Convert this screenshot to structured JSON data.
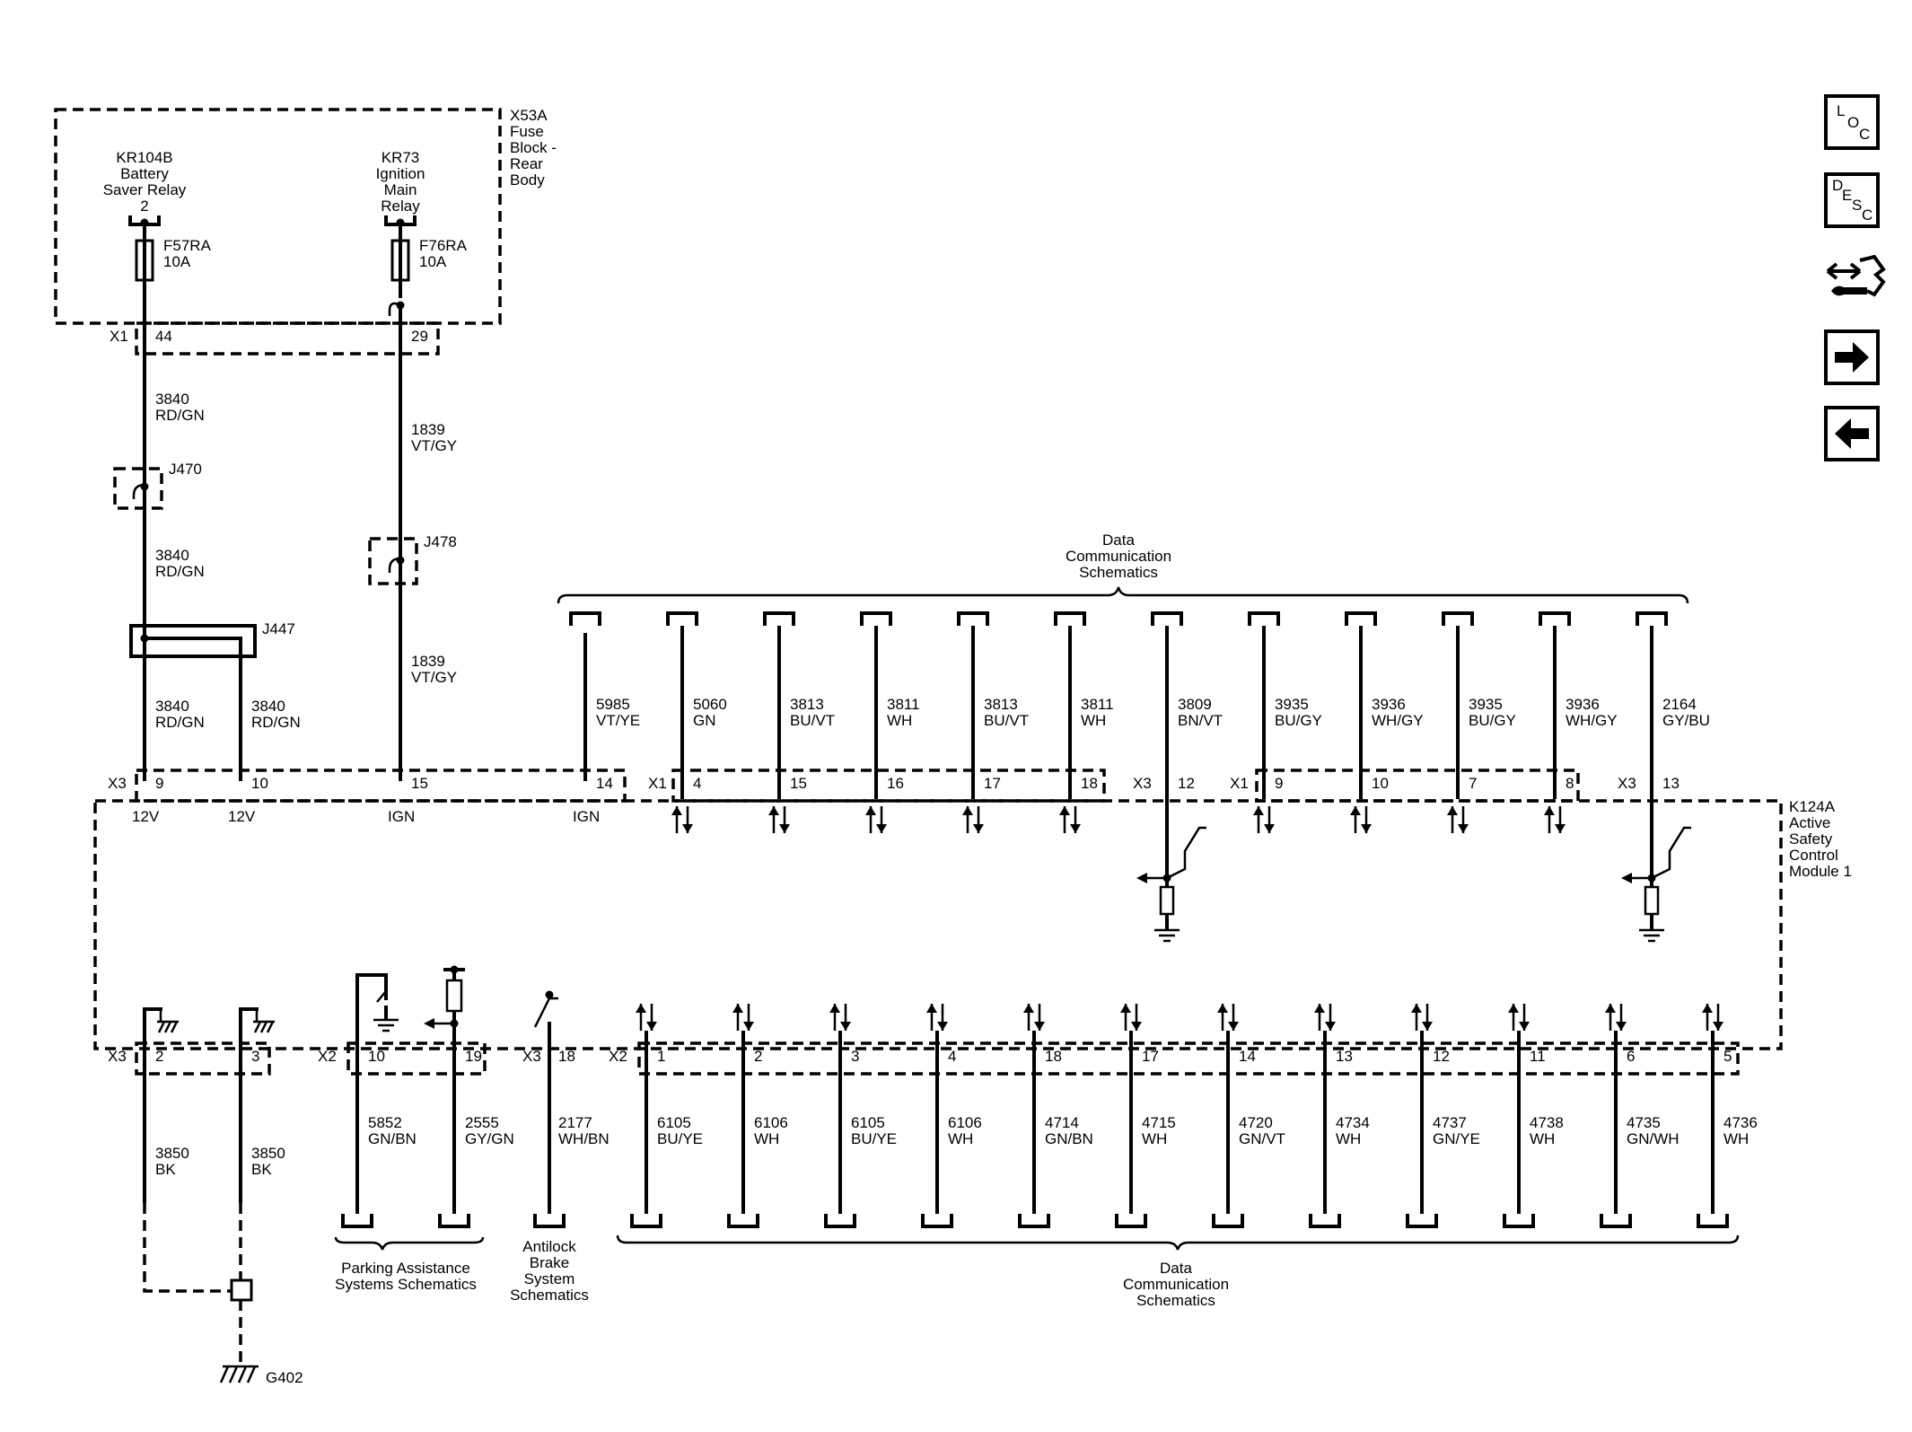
{
  "fuse_block": {
    "name_lines": [
      "X53A",
      "Fuse",
      "Block -",
      "Rear",
      "Body"
    ],
    "relay1_lines": [
      "KR104B",
      "Battery",
      "Saver Relay",
      "2"
    ],
    "relay2_lines": [
      "KR73",
      "Ignition",
      "Main",
      "Relay"
    ],
    "fuse1": [
      "F57RA",
      "10A"
    ],
    "fuse2": [
      "F76RA",
      "10A"
    ],
    "connector": "X1",
    "pins": [
      "44",
      "29"
    ]
  },
  "splices": {
    "j470": "J470",
    "j478": "J478",
    "j447": "J447",
    "g402": "G402"
  },
  "left_wires": {
    "w3840_a": [
      "3840",
      "RD/GN"
    ],
    "w1839_a": [
      "1839",
      "VT/GY"
    ],
    "w3840_b": [
      "3840",
      "RD/GN"
    ],
    "w1839_b": [
      "1839",
      "VT/GY"
    ],
    "w3840_c": [
      "3840",
      "RD/GN"
    ],
    "w3840_d": [
      "3840",
      "RD/GN"
    ]
  },
  "module": {
    "name_lines": [
      "K124A",
      "Active",
      "Safety",
      "Control",
      "Module 1"
    ],
    "power_connector": "X3",
    "power_pins": [
      {
        "pin": "9",
        "label": "12V"
      },
      {
        "pin": "10",
        "label": "12V"
      },
      {
        "pin": "15",
        "label": "IGN"
      },
      {
        "pin": "14",
        "label": "IGN"
      }
    ]
  },
  "top_group": {
    "title_lines": [
      "Data",
      "Communication",
      "Schematics"
    ],
    "connectors": [
      {
        "label": "X1",
        "pin_index": 1
      },
      {
        "label": "X3",
        "pin_index": 6
      },
      {
        "label": "X1",
        "pin_index": 7
      },
      {
        "label": "X3",
        "pin_index": 11
      }
    ],
    "wires": [
      {
        "circuit": "5985",
        "color": "VT/YE",
        "pin": "",
        "type": "none"
      },
      {
        "circuit": "5060",
        "color": "GN",
        "pin": "4",
        "type": "updown"
      },
      {
        "circuit": "3813",
        "color": "BU/VT",
        "pin": "15",
        "type": "updown"
      },
      {
        "circuit": "3811",
        "color": "WH",
        "pin": "16",
        "type": "updown"
      },
      {
        "circuit": "3813",
        "color": "BU/VT",
        "pin": "17",
        "type": "updown"
      },
      {
        "circuit": "3811",
        "color": "WH",
        "pin": "18",
        "type": "updown"
      },
      {
        "circuit": "3809",
        "color": "BN/VT",
        "pin": "12",
        "type": "switch"
      },
      {
        "circuit": "3935",
        "color": "BU/GY",
        "pin": "9",
        "type": "updown"
      },
      {
        "circuit": "3936",
        "color": "WH/GY",
        "pin": "10",
        "type": "updown"
      },
      {
        "circuit": "3935",
        "color": "BU/GY",
        "pin": "7",
        "type": "updown"
      },
      {
        "circuit": "3936",
        "color": "WH/GY",
        "pin": "8",
        "type": "updown"
      },
      {
        "circuit": "2164",
        "color": "GY/BU",
        "pin": "13",
        "type": "switch"
      }
    ]
  },
  "bottom_left": {
    "ground_connector": "X3",
    "grounds": [
      {
        "pin": "2",
        "circuit": "3850",
        "color": "BK"
      },
      {
        "pin": "3",
        "circuit": "3850",
        "color": "BK"
      }
    ],
    "park_connector": "X2",
    "park_wires": [
      {
        "pin": "10",
        "circuit": "5852",
        "color": "GN/BN"
      },
      {
        "pin": "19",
        "circuit": "2555",
        "color": "GY/GN"
      }
    ],
    "park_title_lines": [
      "Parking Assistance",
      "Systems Schematics"
    ],
    "abs_connector": "X3",
    "abs_wire": {
      "pin": "18",
      "circuit": "2177",
      "color": "WH/BN"
    },
    "abs_title_lines": [
      "Antilock",
      "Brake",
      "System",
      "Schematics"
    ]
  },
  "bottom_group": {
    "connector": "X2",
    "title_lines": [
      "Data",
      "Communication",
      "Schematics"
    ],
    "wires": [
      {
        "pin": "1",
        "circuit": "6105",
        "color": "BU/YE"
      },
      {
        "pin": "2",
        "circuit": "6106",
        "color": "WH"
      },
      {
        "pin": "3",
        "circuit": "6105",
        "color": "BU/YE"
      },
      {
        "pin": "4",
        "circuit": "6106",
        "color": "WH"
      },
      {
        "pin": "18",
        "circuit": "4714",
        "color": "GN/BN"
      },
      {
        "pin": "17",
        "circuit": "4715",
        "color": "WH"
      },
      {
        "pin": "14",
        "circuit": "4720",
        "color": "GN/VT"
      },
      {
        "pin": "13",
        "circuit": "4734",
        "color": "WH"
      },
      {
        "pin": "12",
        "circuit": "4737",
        "color": "GN/YE"
      },
      {
        "pin": "11",
        "circuit": "4738",
        "color": "WH"
      },
      {
        "pin": "6",
        "circuit": "4735",
        "color": "GN/WH"
      },
      {
        "pin": "5",
        "circuit": "4736",
        "color": "WH"
      }
    ]
  },
  "nav": {
    "loc_letters": [
      "L",
      "O",
      "C"
    ],
    "desc_letters": [
      "D",
      "E",
      "S",
      "C"
    ],
    "icons": [
      "loc-icon",
      "desc-icon",
      "component-repair-icon",
      "next-arrow-icon",
      "previous-arrow-icon"
    ]
  }
}
